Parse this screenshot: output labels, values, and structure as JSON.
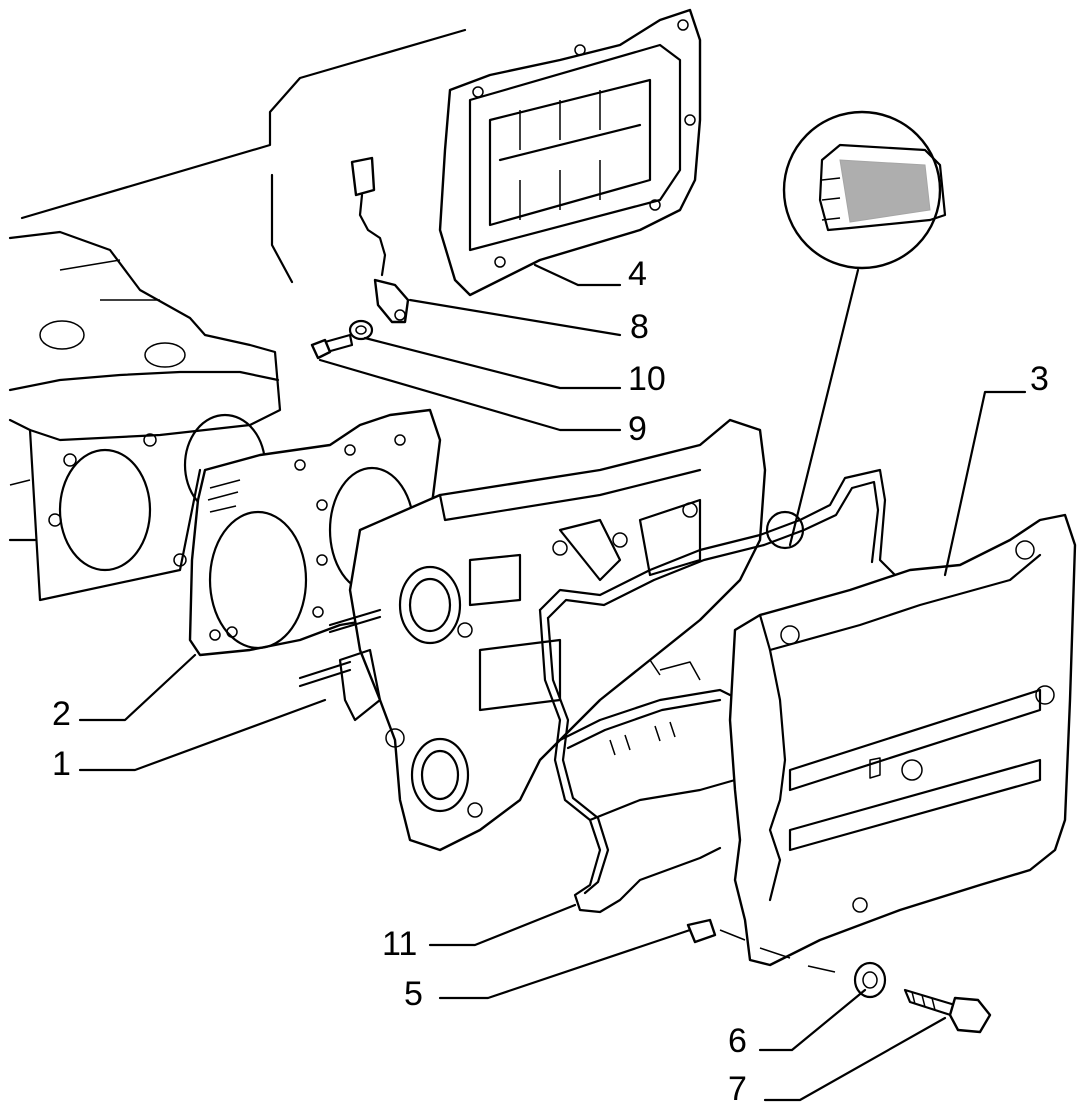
{
  "callouts": [
    {
      "id": "4",
      "label": "4"
    },
    {
      "id": "8",
      "label": "8"
    },
    {
      "id": "10",
      "label": "10"
    },
    {
      "id": "9",
      "label": "9"
    },
    {
      "id": "3",
      "label": "3"
    },
    {
      "id": "2",
      "label": "2"
    },
    {
      "id": "1",
      "label": "1"
    },
    {
      "id": "11",
      "label": "11"
    },
    {
      "id": "5",
      "label": "5"
    },
    {
      "id": "6",
      "label": "6"
    },
    {
      "id": "7",
      "label": "7"
    }
  ],
  "colors": {
    "ink": "#000000",
    "paper": "#ffffff"
  }
}
